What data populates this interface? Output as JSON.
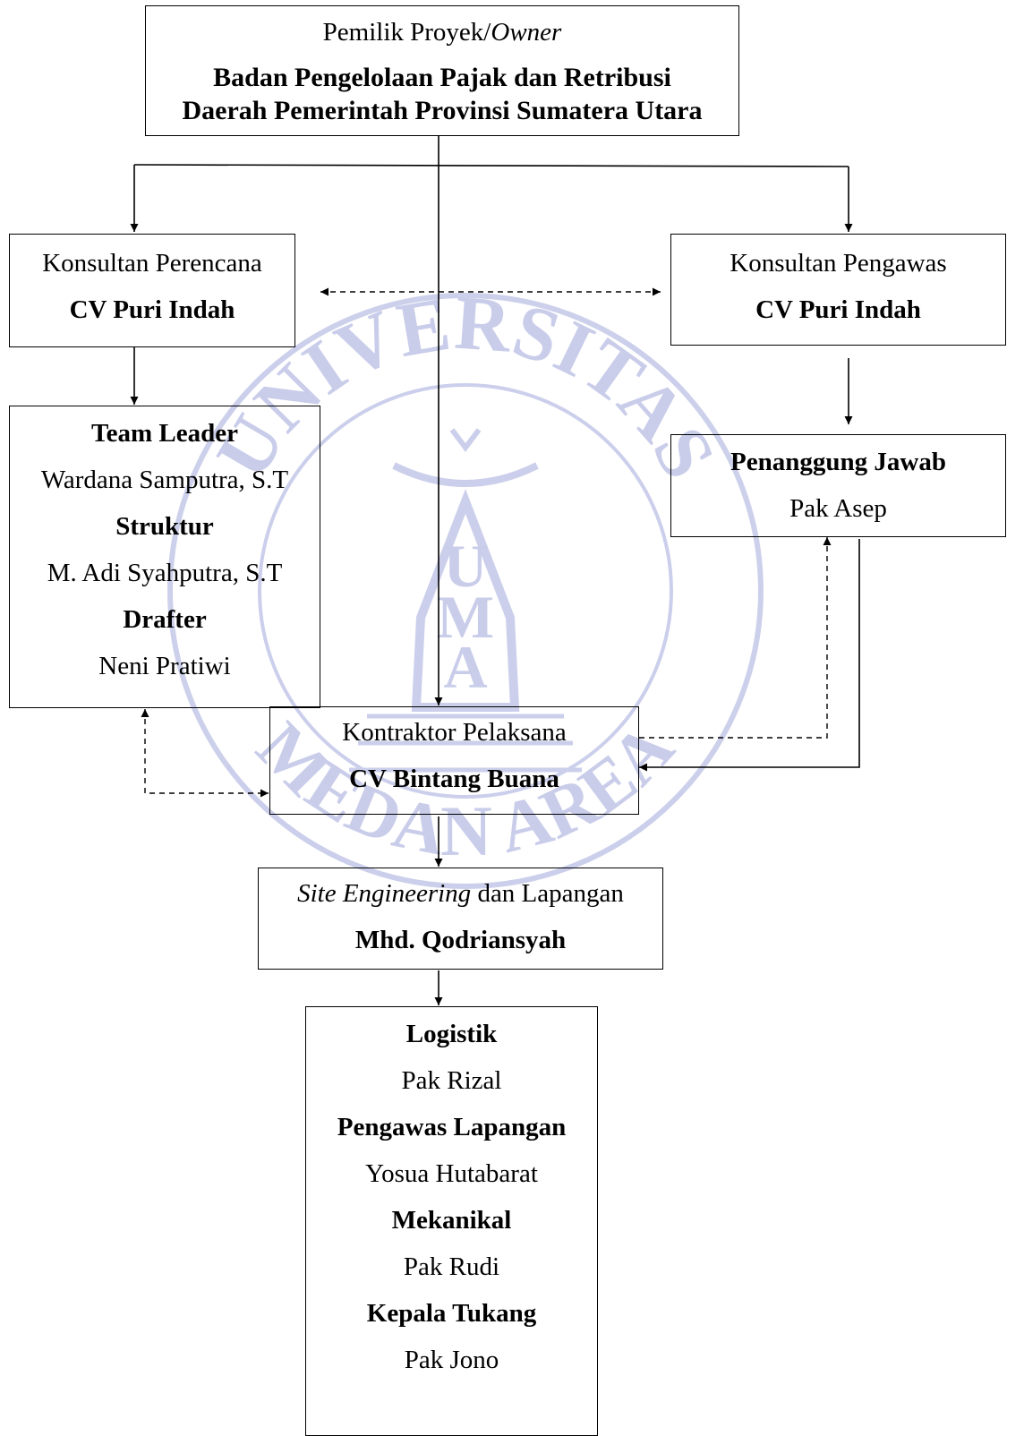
{
  "watermark": {
    "top_text": "UNIVERSITAS",
    "bottom_text": "MEDAN AREA",
    "letters": [
      "U",
      "M",
      "A"
    ],
    "color": "#c9cdea"
  },
  "owner": {
    "role_prefix": "Pemilik Proyek/",
    "role_italic": "Owner",
    "name_line1": "Badan Pengelolaan Pajak dan Retribusi",
    "name_line2": "Daerah Pemerintah Provinsi Sumatera Utara"
  },
  "konsultan_perencana": {
    "role": "Konsultan Perencana",
    "name": "CV Puri Indah"
  },
  "konsultan_pengawas": {
    "role": "Konsultan Pengawas",
    "name": "CV Puri Indah"
  },
  "planning_team": [
    {
      "title": "Team Leader",
      "person": "Wardana Samputra, S.T"
    },
    {
      "title": "Struktur",
      "person": "M. Adi Syahputra, S.T"
    },
    {
      "title": "Drafter",
      "person": "Neni Pratiwi"
    }
  ],
  "penanggung_jawab": {
    "title": "Penanggung Jawab",
    "person": "Pak Asep"
  },
  "kontraktor": {
    "role": "Kontraktor Pelaksana",
    "name": "CV Bintang Buana"
  },
  "site": {
    "role_italic": "Site Engineering",
    "role_rest": " dan Lapangan",
    "name": "Mhd. Qodriansyah"
  },
  "field_team": [
    {
      "title": "Logistik",
      "person": "Pak Rizal"
    },
    {
      "title": "Pengawas Lapangan",
      "person": "Yosua Hutabarat"
    },
    {
      "title": "Mekanikal",
      "person": "Pak Rudi"
    },
    {
      "title": "Kepala Tukang",
      "person": "Pak Jono"
    }
  ]
}
